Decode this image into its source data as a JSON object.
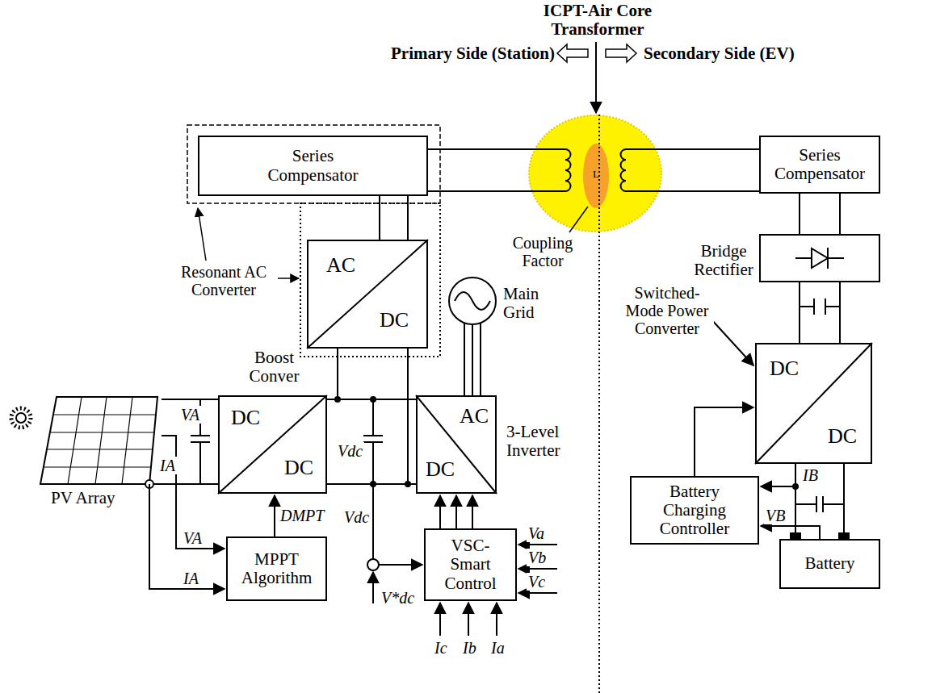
{
  "diagram": {
    "nodes": [
      {
        "text": [
          "Series Compensator"
        ]
      },
      {
        "text": [
          "Series Compensator"
        ]
      },
      {
        "text": [
          "Bridge Rectifier"
        ]
      },
      {
        "text": [
          "AC",
          "DC"
        ]
      },
      {
        "text": [
          "Main Grid"
        ]
      },
      {
        "text": [
          "Boost Conver",
          "DC",
          "DC"
        ]
      },
      {
        "text": [
          "AC",
          "DC",
          "3-Level Inverter"
        ]
      },
      {
        "text": [
          "DC",
          "DC"
        ]
      },
      {
        "text": [
          "PV Array"
        ]
      },
      {
        "text": [
          "MPPT Algorithm"
        ]
      },
      {
        "text": [
          "VSC-Smart Control"
        ]
      },
      {
        "text": [
          "Battery Charging Controller"
        ]
      },
      {
        "text": [
          "Battery"
        ]
      }
    ],
    "edges": [
      {
        "from": 3,
        "to": 0,
        "arrow": "none"
      },
      {
        "from": 3,
        "to": 5,
        "arrow": "none"
      },
      {
        "from": 3,
        "to": 6,
        "arrow": "none"
      },
      {
        "from": 5,
        "to": 6,
        "arrow": "none"
      },
      {
        "from": 4,
        "to": 6,
        "arrow": "none"
      },
      {
        "from": 8,
        "to": 5,
        "arrow": "none"
      },
      {
        "from": 8,
        "to": 9,
        "label": "VA",
        "arrow": "to"
      },
      {
        "from": 8,
        "to": 9,
        "label": "IA",
        "arrow": "to"
      },
      {
        "from": 9,
        "to": 5,
        "label": "DMPT",
        "arrow": "to"
      },
      {
        "from": 10,
        "to": 6,
        "arrow": "to"
      },
      {
        "from": 1,
        "to": 2,
        "arrow": "none"
      },
      {
        "from": 2,
        "to": 7,
        "arrow": "none"
      },
      {
        "from": 7,
        "to": 12,
        "arrow": "none"
      },
      {
        "from": 7,
        "to": 11,
        "label": "IB",
        "arrow": "to"
      },
      {
        "from": 12,
        "to": 11,
        "label": "VB",
        "arrow": "to"
      },
      {
        "from": 11,
        "to": 7,
        "arrow": "to"
      }
    ],
    "labels": [
      "ICPT-Air Core Transformer",
      "Primary Side (Station)",
      "Secondary Side (EV)",
      "L",
      "Coupling Factor",
      "Resonant AC Converter",
      "Switched-Mode Power Converter",
      "VA",
      "Vdc",
      "Vdc",
      "V*dc",
      "Va",
      "Vb",
      "Vc",
      "Ic",
      "Ib",
      "Ia",
      "IA"
    ]
  }
}
